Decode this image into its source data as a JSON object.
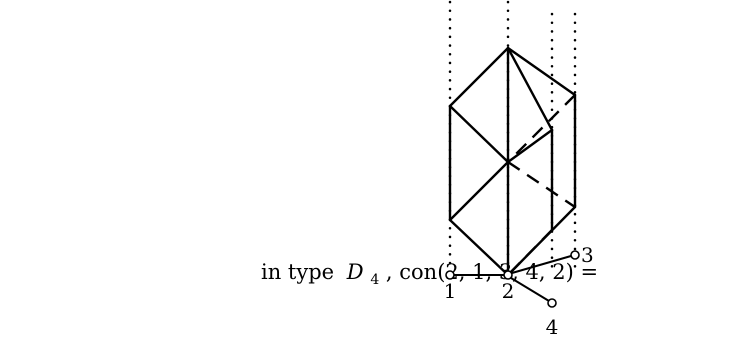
{
  "caption": {
    "prefix": "in type",
    "type_symbol": "D",
    "type_index": "4",
    "after_type": ", con(2, 1, 3, 4, 2) ="
  },
  "nodes": [
    {
      "label": "1"
    },
    {
      "label": "2"
    },
    {
      "label": "3"
    },
    {
      "label": "4"
    }
  ],
  "colors": {
    "stroke": "#000000",
    "background": "#ffffff"
  }
}
